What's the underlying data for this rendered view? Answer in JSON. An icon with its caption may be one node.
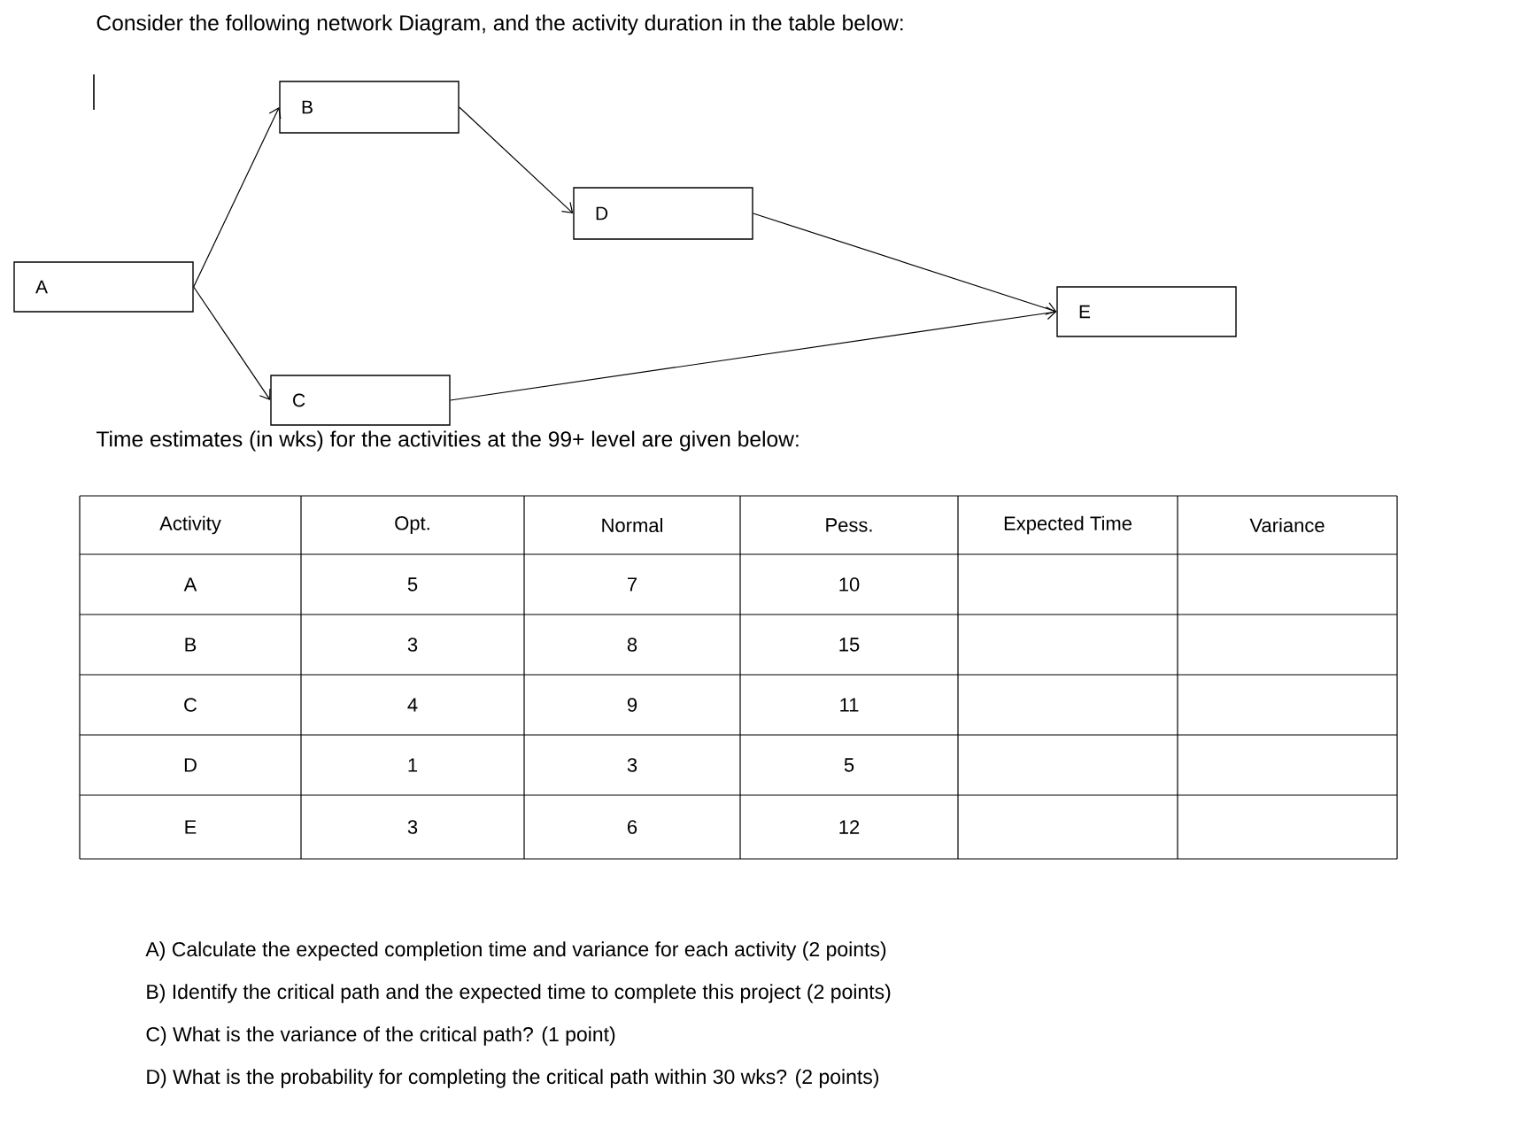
{
  "diagram": {
    "title": "Consider the following network Diagram, and the activity duration in the table below:",
    "nodes": [
      {
        "text": [
          "A"
        ]
      },
      {
        "text": [
          "B"
        ]
      },
      {
        "text": [
          "C"
        ]
      },
      {
        "text": [
          "D"
        ]
      },
      {
        "text": [
          "E"
        ]
      }
    ],
    "edges": [
      {
        "from": 0,
        "to": 1,
        "arrow": "to"
      },
      {
        "from": 0,
        "to": 2,
        "arrow": "to"
      },
      {
        "from": 1,
        "to": 3,
        "arrow": "to"
      },
      {
        "from": 3,
        "to": 4,
        "arrow": "to"
      },
      {
        "from": 2,
        "to": 4,
        "arrow": "to"
      }
    ],
    "labels": [
      "Time estimates (in wks) for the activities at the 99+ level are given below:",
      "Activity",
      "Opt.",
      "Normal",
      "Pess.",
      "Expected Time",
      "Variance",
      "A",
      "5",
      "7",
      "10",
      "B",
      "3",
      "8",
      "15",
      "C",
      "4",
      "9",
      "11",
      "D",
      "1",
      "3",
      "5",
      "E",
      "3",
      "6",
      "12",
      "A) Calculate the expected completion time and variance for each activity (2 points)",
      "B) Identify the critical path and the expected time to complete this project (2 points)",
      "C) What is the variance of the critical path? (1 point)",
      "D) What is the probability for completing the critical path within 30 wks? (2 points)"
    ]
  }
}
